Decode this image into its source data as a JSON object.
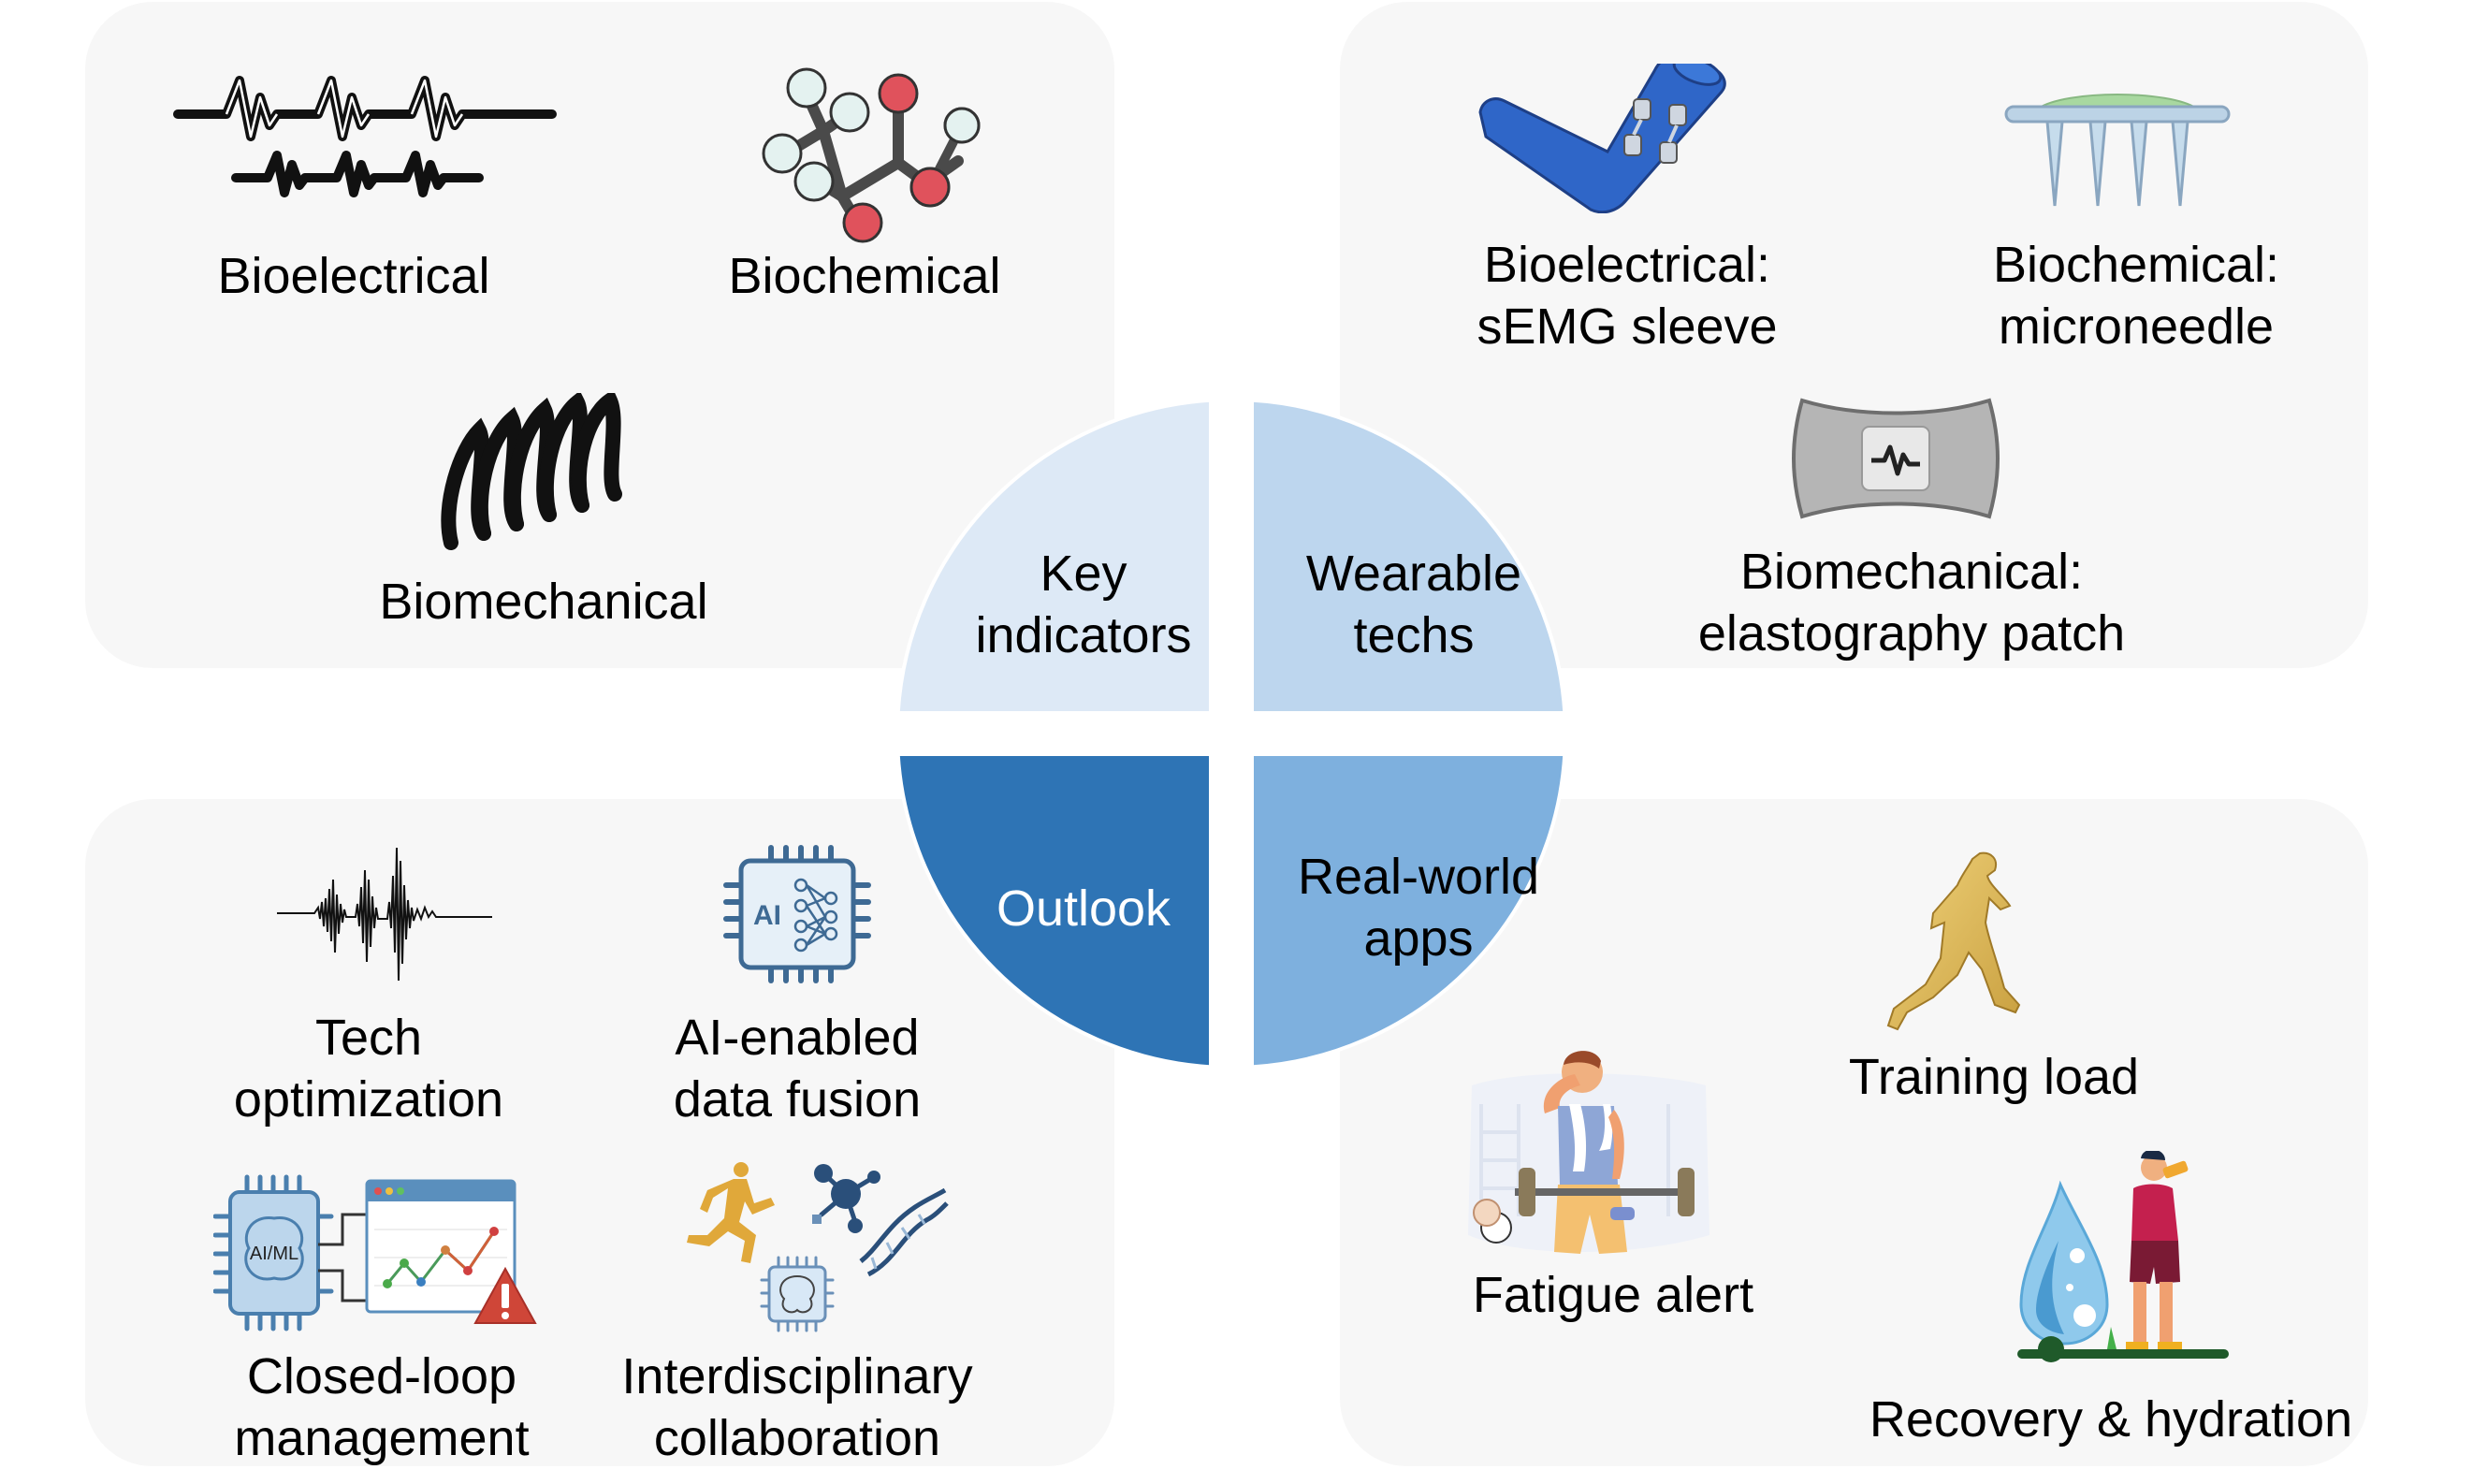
{
  "center_wheel": {
    "quadrants": [
      {
        "id": "key-indicators",
        "lines": [
          "Key",
          "indicators"
        ],
        "color": "#dde9f6",
        "text_color": "#000000"
      },
      {
        "id": "wearable-techs",
        "lines": [
          "Wearable",
          "techs"
        ],
        "color": "#bdd6ee",
        "text_color": "#000000"
      },
      {
        "id": "outlook",
        "lines": [
          "Outlook"
        ],
        "color": "#2e74b5",
        "text_color": "#ffffff"
      },
      {
        "id": "real-world-apps",
        "lines": [
          "Real-world",
          "apps"
        ],
        "color": "#7eb0de",
        "text_color": "#000000"
      }
    ]
  },
  "panels": {
    "key_indicators": {
      "items": [
        {
          "icon": "waveform-icon",
          "lines": [
            "Bioelectrical"
          ]
        },
        {
          "icon": "molecule-icon",
          "lines": [
            "Biochemical"
          ]
        },
        {
          "icon": "spring-icon",
          "lines": [
            "Biomechanical"
          ]
        }
      ]
    },
    "wearable_techs": {
      "items": [
        {
          "icon": "semg-sleeve-icon",
          "lines": [
            "Bioelectrical:",
            "sEMG sleeve"
          ]
        },
        {
          "icon": "microneedle-icon",
          "lines": [
            "Biochemical:",
            "microneedle"
          ]
        },
        {
          "icon": "elastography-patch-icon",
          "lines": [
            "Biomechanical:",
            "elastography patch"
          ]
        }
      ]
    },
    "outlook": {
      "items": [
        {
          "icon": "signal-burst-icon",
          "lines": [
            "Tech",
            "optimization"
          ]
        },
        {
          "icon": "ai-chip-icon",
          "lines": [
            "AI-enabled",
            "data fusion"
          ],
          "icon_text": "AI"
        },
        {
          "icon": "ai-ml-dashboard-alert-icon",
          "lines": [
            "Closed-loop",
            "management"
          ],
          "icon_text": "AI/ML"
        },
        {
          "icon": "runner-molecule-dna-chip-icon",
          "lines": [
            "Interdisciplinary",
            "collaboration"
          ]
        }
      ]
    },
    "real_world_apps": {
      "items": [
        {
          "icon": "golden-runner-icon",
          "lines": [
            "Training load"
          ]
        },
        {
          "icon": "tired-athlete-icon",
          "lines": [
            "Fatigue alert"
          ]
        },
        {
          "icon": "water-drop-athlete-icon",
          "lines": [
            "Recovery & hydration"
          ]
        }
      ]
    }
  }
}
